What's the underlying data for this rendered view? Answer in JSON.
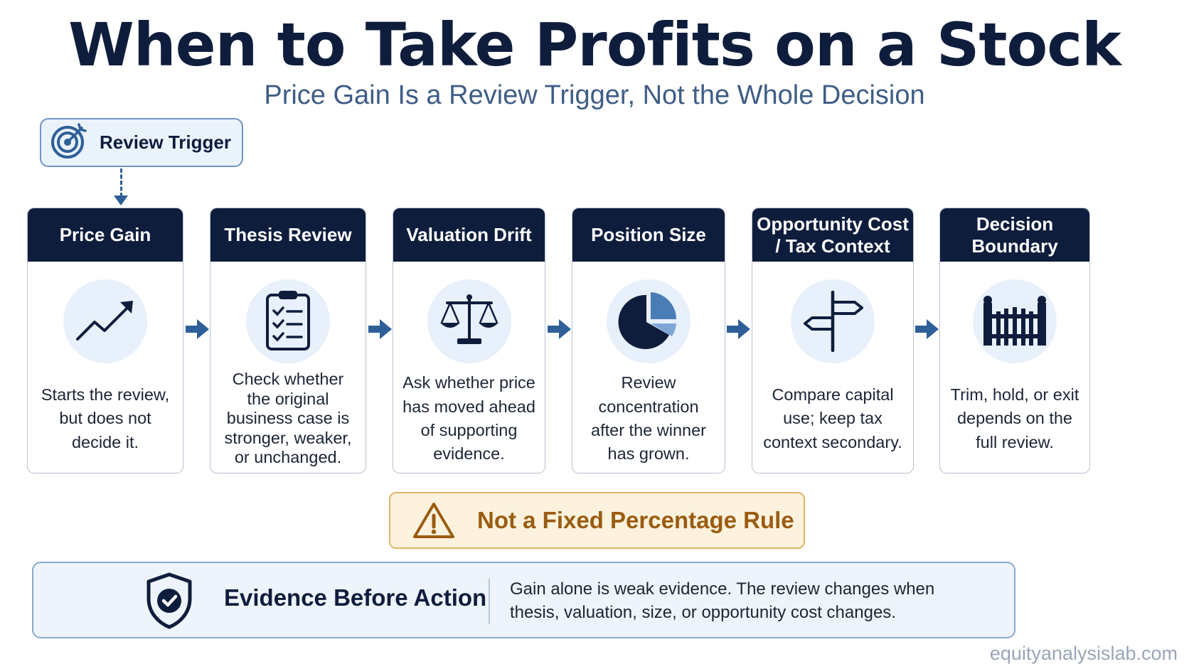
{
  "title": "When to Take Profits on a Stock",
  "subtitle": "Price Gain Is a Review Trigger, Not the Whole Decision",
  "trigger": {
    "label": "Review Trigger",
    "icon": "target-icon"
  },
  "steps": [
    {
      "title": "Price Gain",
      "icon": "trend-up-icon",
      "description": "Starts the review, but does not decide it."
    },
    {
      "title": "Thesis Review",
      "icon": "clipboard-checklist-icon",
      "description": "Check whether the original business case is stronger, weaker, or unchanged."
    },
    {
      "title": "Valuation Drift",
      "icon": "balance-scale-icon",
      "description": "Ask whether price has moved ahead of supporting evidence."
    },
    {
      "title": "Position Size",
      "icon": "pie-chart-icon",
      "description": "Review concentration after the winner has grown."
    },
    {
      "title": "Opportunity Cost / Tax Context",
      "icon": "signpost-icon",
      "description": "Compare capital use; keep tax context secondary."
    },
    {
      "title": "Decision Boundary",
      "icon": "fence-icon",
      "description": "Trim, hold, or exit depends on the full review."
    }
  ],
  "warning": {
    "label": "Not a Fixed Percentage Rule",
    "icon": "warning-triangle-icon"
  },
  "evidence": {
    "title": "Evidence Before Action",
    "icon": "shield-check-icon",
    "text": "Gain alone is weak evidence. The review changes when thesis, valuation, size, or opportunity cost changes."
  },
  "footer": "equityanalysislab.com",
  "colors": {
    "navy": "#0f1d3d",
    "accent_blue": "#2f5f98",
    "icon_bg": "#e7f0fb",
    "warning_border": "#e0b566",
    "warning_text": "#9a5c12"
  }
}
